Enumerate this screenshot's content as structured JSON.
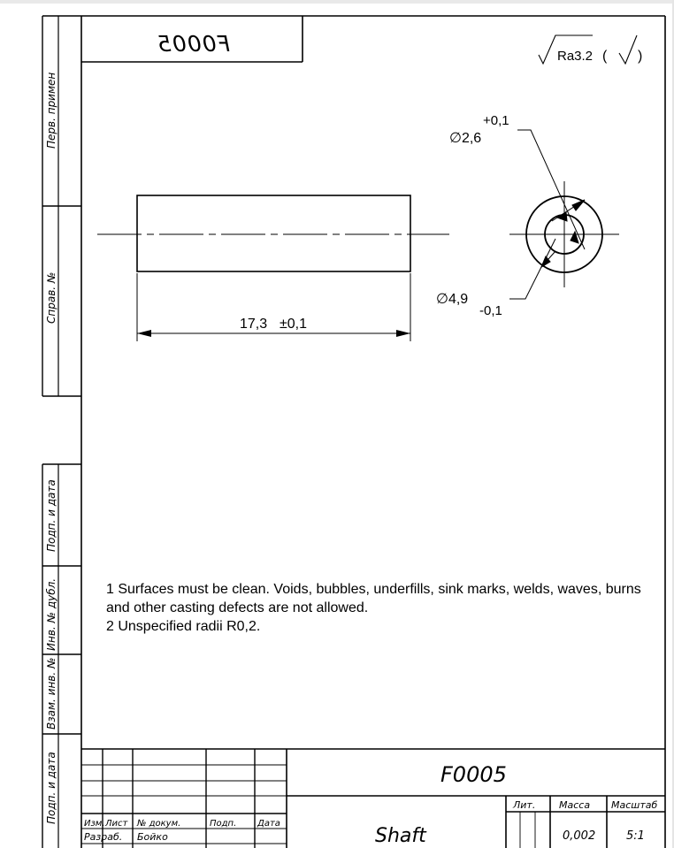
{
  "stamp": {
    "mirrored_code": "F0005"
  },
  "roughness": {
    "symbol_value": "Ra3.2",
    "suffix": "(√)"
  },
  "side_stamps": {
    "perv_primen": "Перв. примен",
    "sprav_no": "Справ. №",
    "podp_data_1": "Подп. и дата",
    "inv_dubl": "Инв. № дубл.",
    "vzam_inv": "Взам. инв. №",
    "podp_data_2": "Подп. и дата"
  },
  "dimensions": {
    "length_value": "17,3",
    "length_tol": "±0,1",
    "inner_dia": "∅2,6",
    "inner_tol": "+0,1",
    "outer_dia": "∅4,9",
    "outer_tol": "-0,1"
  },
  "notes": [
    "1 Surfaces must be clean. Voids, bubbles, underfills, sink marks, welds, waves, burns and other casting defects are not allowed.",
    "2 Unspecified radii R0,2."
  ],
  "title_block": {
    "designation": "F0005",
    "part_name": "Shaft",
    "headers": {
      "izm": "Изм.",
      "list": "Лист",
      "doc_no": "№ докум.",
      "podp": "Подп.",
      "data": "Дата",
      "lit": "Лит.",
      "massa": "Масса",
      "masshtab": "Масштаб"
    },
    "row_razrab_label": "Разраб.",
    "row_razrab_name": "Бойко",
    "mass": "0,002",
    "scale": "5:1"
  }
}
